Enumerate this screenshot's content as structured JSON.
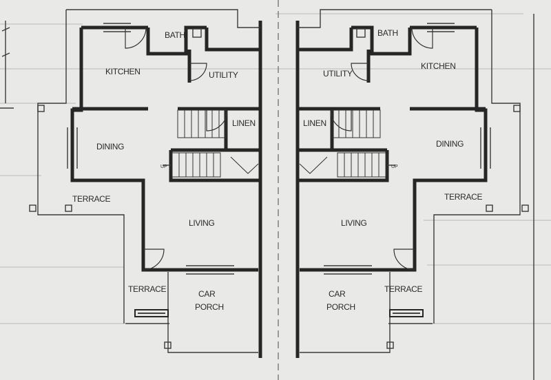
{
  "labels": {
    "left": {
      "bath": "BATH",
      "kitchen": "KITCHEN",
      "utility": "UTILITY",
      "linen": "LINEN",
      "dining": "DINING",
      "up": "UP",
      "terrace_side": "TERRACE",
      "living": "LIVING",
      "terrace_front": "TERRACE",
      "car": "CAR",
      "porch": "PORCH"
    },
    "right": {
      "bath": "BATH",
      "kitchen": "KITCHEN",
      "utility": "UTILITY",
      "linen": "LINEN",
      "dining": "DINING",
      "up": "UP",
      "terrace_side": "TERRACE",
      "living": "LIVING",
      "terrace_front": "TERRACE",
      "car": "CAR",
      "porch": "PORCH"
    }
  },
  "colors": {
    "paper": "#e9e9e7",
    "ink": "#262626"
  }
}
